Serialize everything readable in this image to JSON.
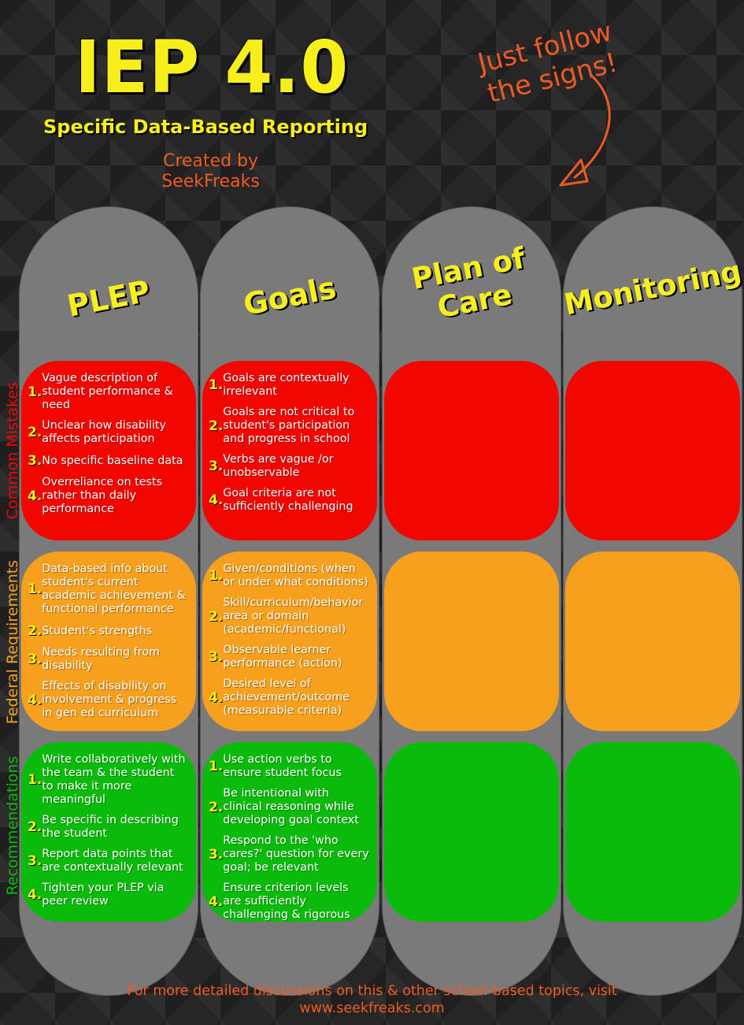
{
  "header": {
    "title": "IEP 4.0",
    "subtitle": "Specific Data-Based Reporting",
    "credit_line1": "Created by",
    "credit_line2": "SeekFreaks",
    "tagline_line1": "Just follow",
    "tagline_line2": "the signs!"
  },
  "rows": [
    {
      "label": "Common Mistakes",
      "color": "#f20700"
    },
    {
      "label": "Federal Requirements",
      "color": "#f6a01d"
    },
    {
      "label": "Recommendations",
      "color": "#0bbb0b"
    }
  ],
  "columns": [
    {
      "title": "PLEP",
      "mistakes": [
        {
          "n": "1.",
          "text": "Vague description of student performance & need"
        },
        {
          "n": "2.",
          "text": "Unclear how disability affects participation"
        },
        {
          "n": "3.",
          "text": "No specific baseline data"
        },
        {
          "n": "4.",
          "text": "Overreliance on tests rather than daily performance"
        }
      ],
      "requirements": [
        {
          "n": "1.",
          "text": "Data-based info about student's current academic achievement & functional performance"
        },
        {
          "n": "2.",
          "text": "Student's strengths"
        },
        {
          "n": "3.",
          "text": "Needs resulting from disability"
        },
        {
          "n": "4.",
          "text": "Effects of disability on involvement & progress in gen ed curriculum"
        }
      ],
      "recommendations": [
        {
          "n": "1.",
          "text": "Write collaboratively with the team & the student to make it more meaningful"
        },
        {
          "n": "2.",
          "text": "Be specific in describing the student"
        },
        {
          "n": "3.",
          "text": "Report data points that are contextually relevant"
        },
        {
          "n": "4.",
          "text": "Tighten your PLEP via peer review"
        }
      ]
    },
    {
      "title": "Goals",
      "mistakes": [
        {
          "n": "1.",
          "text": "Goals are contextually irrelevant"
        },
        {
          "n": "2.",
          "text": "Goals are not critical to student's participation and progress in school"
        },
        {
          "n": "3.",
          "text": "Verbs are vague /or unobservable"
        },
        {
          "n": "4.",
          "text": "Goal criteria are not sufficiently challenging"
        }
      ],
      "requirements": [
        {
          "n": "1.",
          "text": "Given/conditions (when or under what conditions)"
        },
        {
          "n": "2.",
          "text": "Skill/curriculum/behavior area or domain (academic/functional)"
        },
        {
          "n": "3.",
          "text": "Observable learner performance (action)"
        },
        {
          "n": "4.",
          "text": "Desired level of achievement/outcome (measurable criteria)"
        }
      ],
      "recommendations": [
        {
          "n": "1.",
          "text": "Use action verbs to ensure student focus"
        },
        {
          "n": "2.",
          "text": "Be intentional with clinical reasoning while developing goal context"
        },
        {
          "n": "3.",
          "text": "Respond to the 'who cares?' question for every goal; be relevant"
        },
        {
          "n": "4.",
          "text": "Ensure criterion levels are sufficiently challenging & rigorous"
        }
      ]
    },
    {
      "title_line1": "Plan of",
      "title_line2": "Care",
      "mistakes": [],
      "requirements": [],
      "recommendations": []
    },
    {
      "title": "Monitoring",
      "mistakes": [],
      "requirements": [],
      "recommendations": []
    }
  ],
  "footer": {
    "line1": "For more detailed discussions on this & other school-based topics, visit",
    "line2": "www.seekfreaks.com"
  }
}
